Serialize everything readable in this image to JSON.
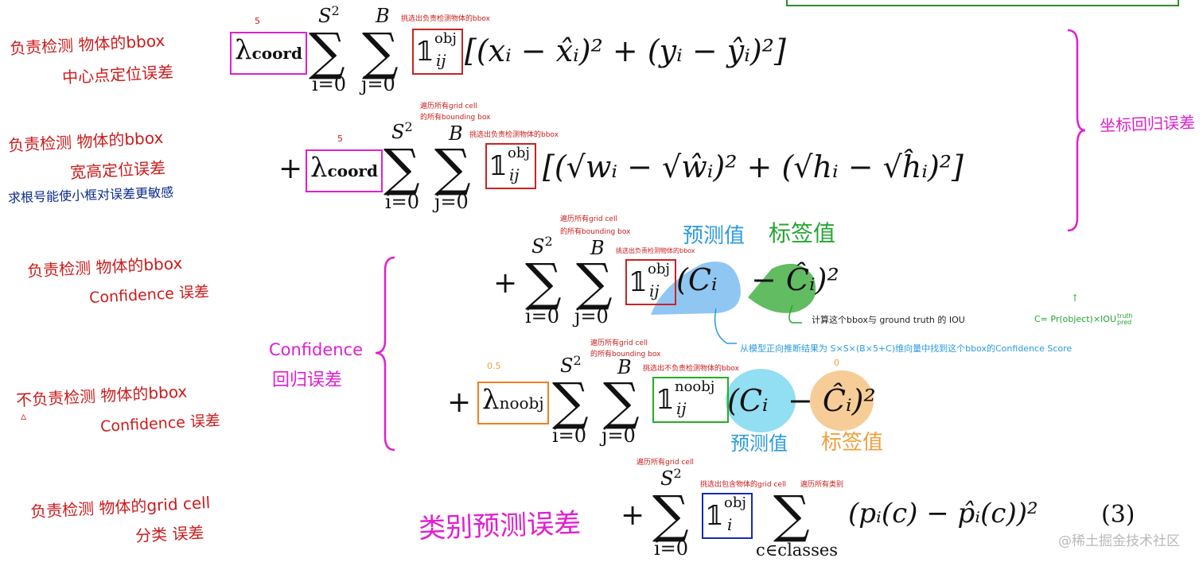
{
  "left_notes": {
    "n1_l1": "负责检测 物体的bbox",
    "n1_l2": "中心点定位误差",
    "n2_l1": "负责检测 物体的bbox",
    "n2_l2": "宽高定位误差",
    "n2_l3": "求根号能使小框对误差更敏感",
    "n3_l1": "负责检测 物体的bbox",
    "n3_l2": "Confidence 误差",
    "n4_l1": "不负责检测 物体的bbox",
    "n4_l2": "Confidence 误差",
    "n5_l1": "负责检测 物体的grid cell",
    "n5_l2": "分类 误差"
  },
  "group_labels": {
    "coord_regression": "坐标回归误差",
    "confidence_l1": "Confidence",
    "confidence_l2": "回归误差",
    "class_pred": "类别预测误差"
  },
  "weights": {
    "coord1": "5",
    "coord2": "5",
    "noobj": "0.5",
    "noobj_label": "0"
  },
  "annotations": {
    "iter_cells_1": "遍历所有grid cell",
    "iter_boxes_1": "的所有bounding box",
    "iter_cells_2": "遍历所有grid cell",
    "iter_boxes_2": "的所有bounding box",
    "iter_cells_3": "遍历所有grid cell",
    "iter_boxes_3": "的所有bounding box",
    "iter_cells_4": "遍历所有grid cell",
    "iter_classes": "遍历所有类别",
    "pick_obj_1": "挑选出负责检测物体的bbox",
    "pick_obj_2": "挑选出负责检测物体的bbox",
    "pick_obj_3": "挑选出负责检测物体的bbox",
    "pick_noobj": "挑选出不负责检测物体的bbox",
    "pick_cell": "挑选出包含物体的grid cell",
    "predicted": "预测值",
    "label": "标签值",
    "predicted_2": "预测值",
    "label_2": "标签值",
    "iou_note": "计算这个bbox与 ground truth 的 IOU",
    "conf_formula_prefix": "C= Pr(object)×IOU",
    "conf_formula_sup": "truth",
    "conf_formula_sub": "pred",
    "conf_source": "从模型正向推断结果为 S×S×(B×5+C)维向量中找到这个bbox的Confidence  Score"
  },
  "equation": {
    "lambda_coord": "λ",
    "coord_sub": "coord",
    "lambda_noobj": "λ",
    "noobj_sub": "noobj",
    "upper": "S",
    "upper_sup": "2",
    "upper_b": "B",
    "lower_i": "i=0",
    "lower_j": "j=0",
    "lower_c": "c∈classes",
    "indicator": "𝟙",
    "obj": "obj",
    "noobj": "noobj",
    "ij": "ij",
    "i": "i",
    "term1": "[(xᵢ − x̂ᵢ)² + (yᵢ − ŷᵢ)²]",
    "term2": "[(√wᵢ − √ŵᵢ)² + (√hᵢ − √ĥᵢ)²]",
    "term3_a": "(Cᵢ",
    "term3_b": "− Ĉᵢ)²",
    "term4_a": "(Cᵢ",
    "term4_b": "− Ĉᵢ)²",
    "term5": "(pᵢ(c) − p̂ᵢ(c))²",
    "plus": "+",
    "eq_number": "(3)"
  },
  "watermark": "@稀土掘金技术社区"
}
